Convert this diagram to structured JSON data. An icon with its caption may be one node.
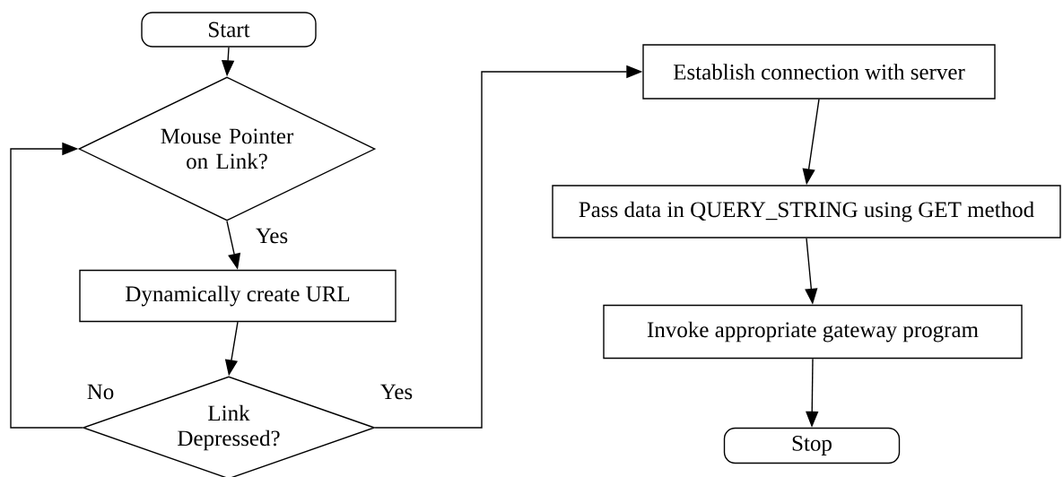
{
  "diagram": {
    "nodes": [
      {
        "text": [
          "Start"
        ]
      },
      {
        "text": [
          "Mouse Pointer on Link?"
        ]
      },
      {
        "text": [
          "Dynamically create URL"
        ]
      },
      {
        "text": [
          "Link Depressed?"
        ]
      },
      {
        "text": [
          "Establish connection with server"
        ]
      },
      {
        "text": [
          "Pass data in QUERY_STRING using GET method"
        ]
      },
      {
        "text": [
          "Invoke appropriate gateway program"
        ]
      },
      {
        "text": [
          "Stop"
        ]
      }
    ],
    "edges": [
      {
        "from": 0,
        "to": 1,
        "arrow": "to"
      },
      {
        "from": 1,
        "to": 2,
        "arrow": "to",
        "label": "Yes"
      },
      {
        "from": 2,
        "to": 3,
        "arrow": "to"
      },
      {
        "from": 3,
        "to": 1,
        "arrow": "to",
        "label": "No"
      },
      {
        "from": 3,
        "to": 4,
        "arrow": "to",
        "label": "Yes"
      },
      {
        "from": 4,
        "to": 5,
        "arrow": "to"
      },
      {
        "from": 5,
        "to": 6,
        "arrow": "to"
      },
      {
        "from": 6,
        "to": 7,
        "arrow": "to"
      }
    ]
  }
}
